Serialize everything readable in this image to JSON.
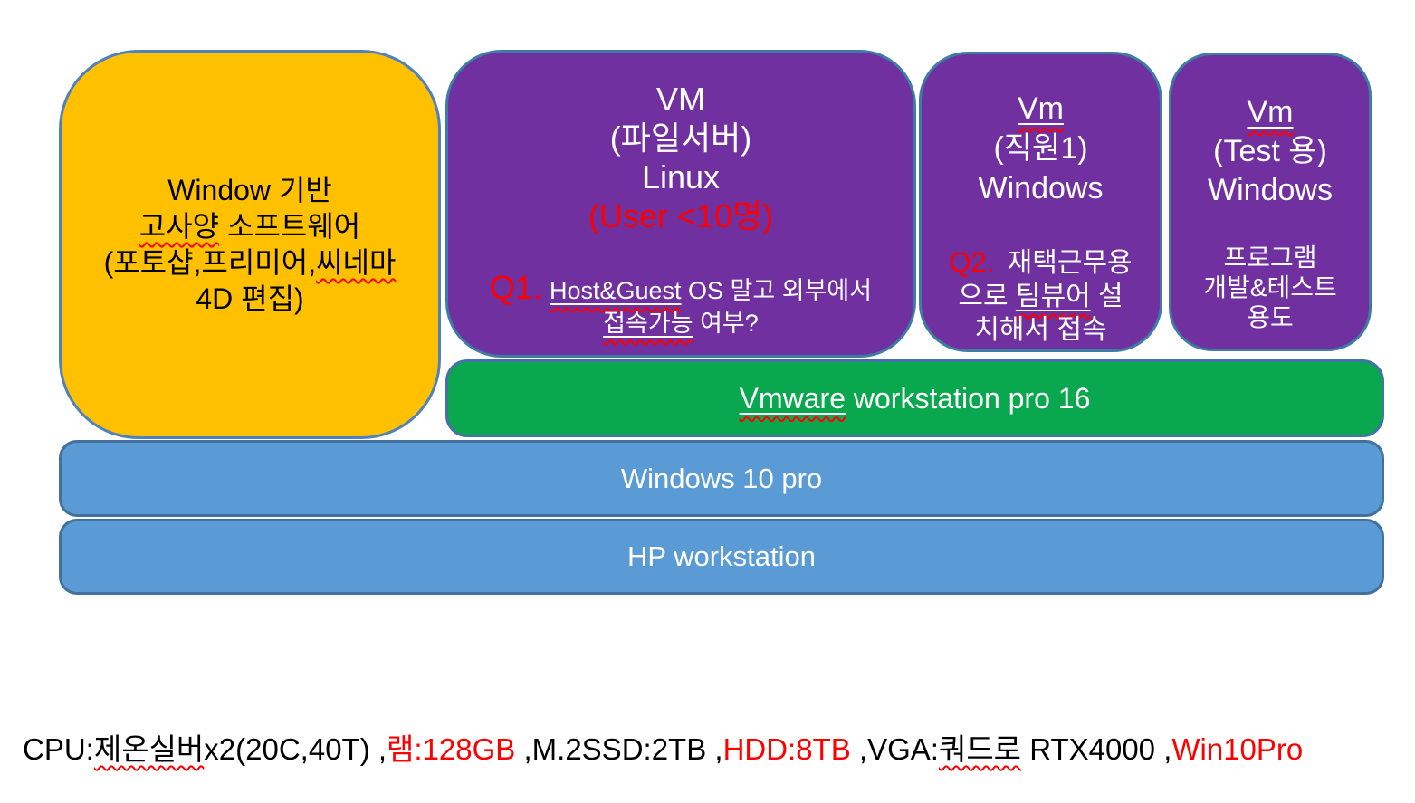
{
  "colors": {
    "app_box_fill": "#FFC000",
    "vm_box_fill": "#7030A0",
    "hypervisor_fill": "#0AA84E",
    "platform_fill": "#5B9BD5",
    "shape_border": "#41719C",
    "highlight_red": "#FF0000",
    "text_dark": "#000000",
    "text_light": "#FFFFFF"
  },
  "app_box": {
    "line1": "Window 기반",
    "line2a": "고사양",
    "line2b": " 소프트웨어",
    "line3a": "(포토샵,프리미어,",
    "line3b": "씨네마",
    "line4": "4D 편집)"
  },
  "vm1": {
    "title1": "VM",
    "title2": "(파일서버)",
    "title3": "Linux",
    "user_note": "(User <10명)",
    "q_label": "Q1.",
    "q_line1a": "Host&Guest",
    "q_line1b": " OS 말고 외부에서",
    "q_line2a": "접속가능",
    "q_line2b": " 여부?"
  },
  "vm2": {
    "title1": "Vm",
    "title2": "(직원1)",
    "title3": "Windows",
    "q_label": "Q2.",
    "q_line1": " 재택근무용",
    "q_line2a": "으로 ",
    "q_line2b": "팀뷰어",
    "q_line2c": " 설",
    "q_line3": "치해서 접속"
  },
  "vm3": {
    "title1": "Vm",
    "title2": "(Test 용)",
    "title3": "Windows",
    "desc1": "프로그램",
    "desc2": "개발&테스트",
    "desc3": "용도"
  },
  "hypervisor_bar": {
    "word1": "Vmware",
    "rest": " workstation pro 16"
  },
  "os_bar": {
    "label": "Windows 10 pro"
  },
  "hardware_bar": {
    "label": "HP workstation"
  },
  "spec_line": {
    "s1": "CPU:",
    "s2": "제온실버",
    "s3": "x2(20C,40T) ,",
    "s4": "램:128GB",
    "s5": " ,M.2SSD:2TB ,",
    "s6": "HDD:8TB",
    "s7": " ,VGA:",
    "s8": "쿼드로",
    "s9": " RTX4000 ,",
    "s10": "Win10Pro"
  }
}
